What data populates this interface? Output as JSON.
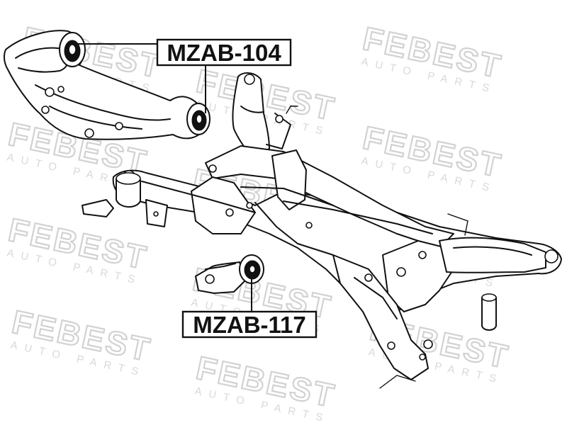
{
  "watermark": {
    "logo": "FEBEST",
    "tagline": "AUTO PARTS",
    "color": "#d2d2d2"
  },
  "callouts": [
    {
      "label": "MZAB-104"
    },
    {
      "label": "MZAB-117"
    }
  ],
  "colors": {
    "line": "#111111",
    "background": "#ffffff"
  }
}
